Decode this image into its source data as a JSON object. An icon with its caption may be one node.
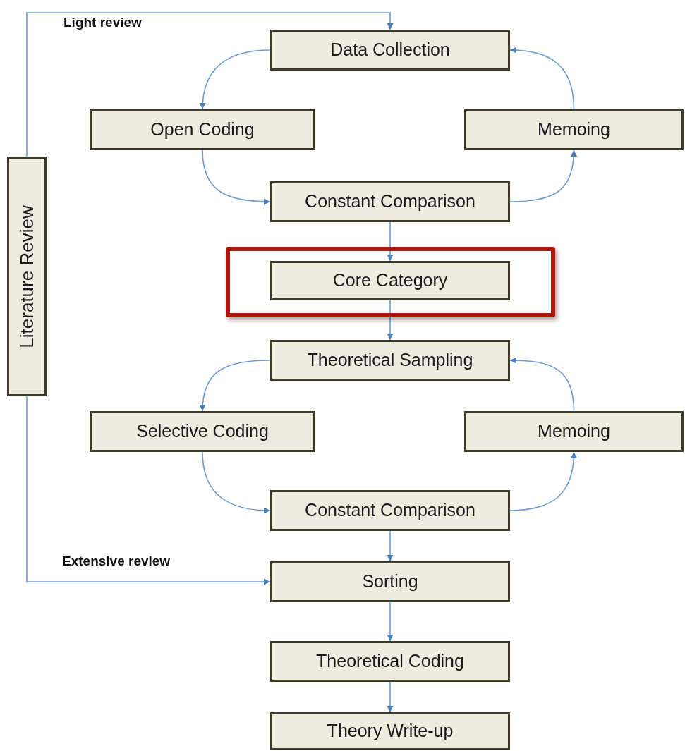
{
  "diagram": {
    "nodes": [
      {
        "text": [
          "Literature Review"
        ]
      },
      {
        "text": [
          "Data Collection"
        ]
      },
      {
        "text": [
          "Open Coding"
        ]
      },
      {
        "text": [
          "Memoing"
        ]
      },
      {
        "text": [
          "Constant Comparison"
        ]
      },
      {
        "text": [],
        "shape": "box"
      },
      {
        "text": [
          "Core Category"
        ],
        "in": 5
      },
      {
        "text": [
          "Theoretical Sampling"
        ]
      },
      {
        "text": [
          "Selective Coding"
        ]
      },
      {
        "text": [
          "Memoing"
        ]
      },
      {
        "text": [
          "Constant Comparison"
        ]
      },
      {
        "text": [
          "Sorting"
        ]
      },
      {
        "text": [
          "Theoretical Coding"
        ]
      },
      {
        "text": [
          "Theory Write-up"
        ]
      }
    ],
    "edges": [
      {
        "from": 0,
        "to": 1,
        "arrow": "to",
        "label": "Light review"
      },
      {
        "from": 0,
        "to": 11,
        "arrow": "to",
        "label": "Extensive review"
      },
      {
        "from": 1,
        "to": 2,
        "arrow": "to"
      },
      {
        "from": 2,
        "to": 4,
        "arrow": "to"
      },
      {
        "from": 4,
        "to": 3,
        "arrow": "to"
      },
      {
        "from": 3,
        "to": 1,
        "arrow": "to"
      },
      {
        "from": 4,
        "to": 6,
        "arrow": "to"
      },
      {
        "from": 6,
        "to": 7,
        "arrow": "to"
      },
      {
        "from": 7,
        "to": 8,
        "arrow": "to"
      },
      {
        "from": 8,
        "to": 10,
        "arrow": "to"
      },
      {
        "from": 10,
        "to": 9,
        "arrow": "to"
      },
      {
        "from": 9,
        "to": 7,
        "arrow": "to"
      },
      {
        "from": 10,
        "to": 11,
        "arrow": "to"
      },
      {
        "from": 11,
        "to": 12,
        "arrow": "to"
      },
      {
        "from": 12,
        "to": 13,
        "arrow": "to"
      }
    ]
  }
}
